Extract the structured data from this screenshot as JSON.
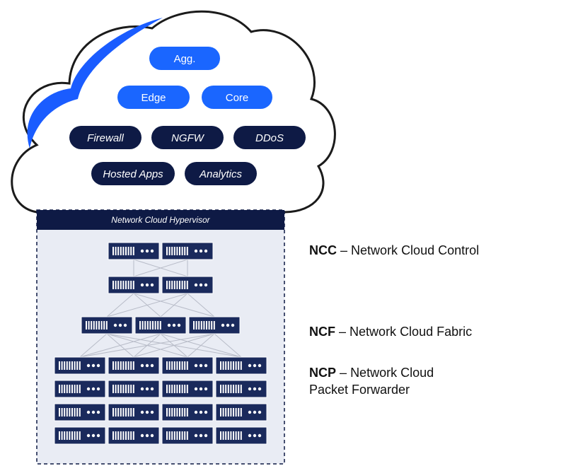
{
  "colors": {
    "cloud_outline": "#1b1b1b",
    "cloud_accent": "#1a5cff",
    "blue_pill": "#1a66ff",
    "navy_pill": "#0e1a45",
    "hypervisor_bar": "#0e1a45",
    "hypervisor_bg": "#e9ecf4",
    "server_fill": "#1a2a5c",
    "link_line": "#b8bcc8"
  },
  "cloud": {
    "services_primary": [
      "Agg.",
      "Edge",
      "Core"
    ],
    "services_secondary": [
      "Firewall",
      "NGFW",
      "DDoS",
      "Hosted Apps",
      "Analytics"
    ]
  },
  "hypervisor": {
    "label": "Network Cloud Hypervisor"
  },
  "legend": [
    {
      "abbr": "NCC",
      "dash": "–",
      "name": "Network Cloud Control",
      "name_line2": ""
    },
    {
      "abbr": "NCF",
      "dash": "–",
      "name": "Network Cloud Fabric",
      "name_line2": ""
    },
    {
      "abbr": "NCP",
      "dash": "–",
      "name": "Network Cloud",
      "name_line2": "Packet Forwarder"
    }
  ],
  "topology": {
    "ncc_rows": [
      2,
      2
    ],
    "ncf_rows": [
      3
    ],
    "ncp_rows": [
      4,
      4,
      4,
      4
    ]
  },
  "icon": "server-rack-icon"
}
